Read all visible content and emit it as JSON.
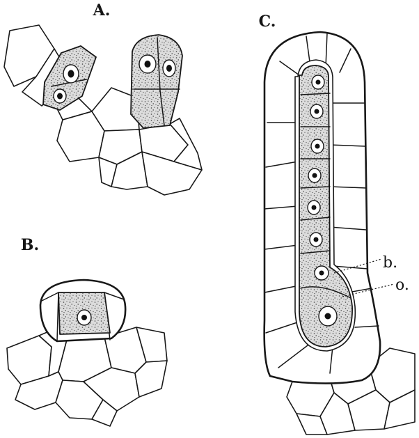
{
  "figure": {
    "panels": [
      {
        "id": "A",
        "label": "A."
      },
      {
        "id": "B",
        "label": "B."
      },
      {
        "id": "C",
        "label": "C."
      }
    ],
    "callouts": [
      {
        "id": "b",
        "label": "b."
      },
      {
        "id": "o",
        "label": "o."
      }
    ]
  }
}
